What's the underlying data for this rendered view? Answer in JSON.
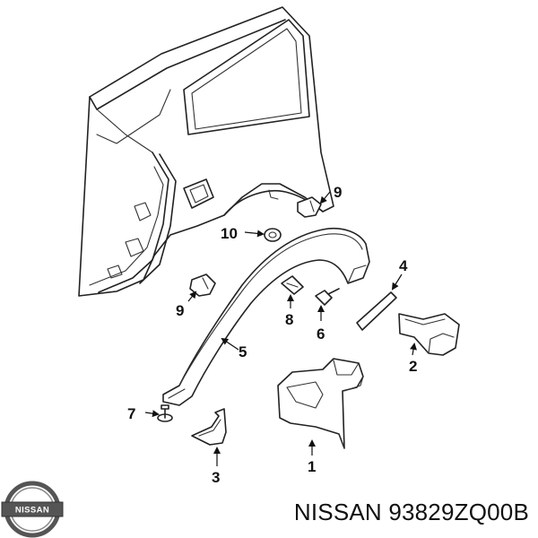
{
  "callouts": {
    "c1": "1",
    "c2": "2",
    "c3": "3",
    "c4": "4",
    "c5": "5",
    "c6": "6",
    "c7": "7",
    "c8": "8",
    "c9a": "9",
    "c9b": "9",
    "c10": "10"
  },
  "footer": {
    "brand": "NISSAN",
    "part_number": "93829ZQ00B",
    "caption": "NISSAN 93829ZQ00B"
  },
  "logo": {
    "text": "NISSAN"
  },
  "colors": {
    "line": "#222222",
    "background": "#ffffff",
    "logo_fill": "#555555"
  }
}
